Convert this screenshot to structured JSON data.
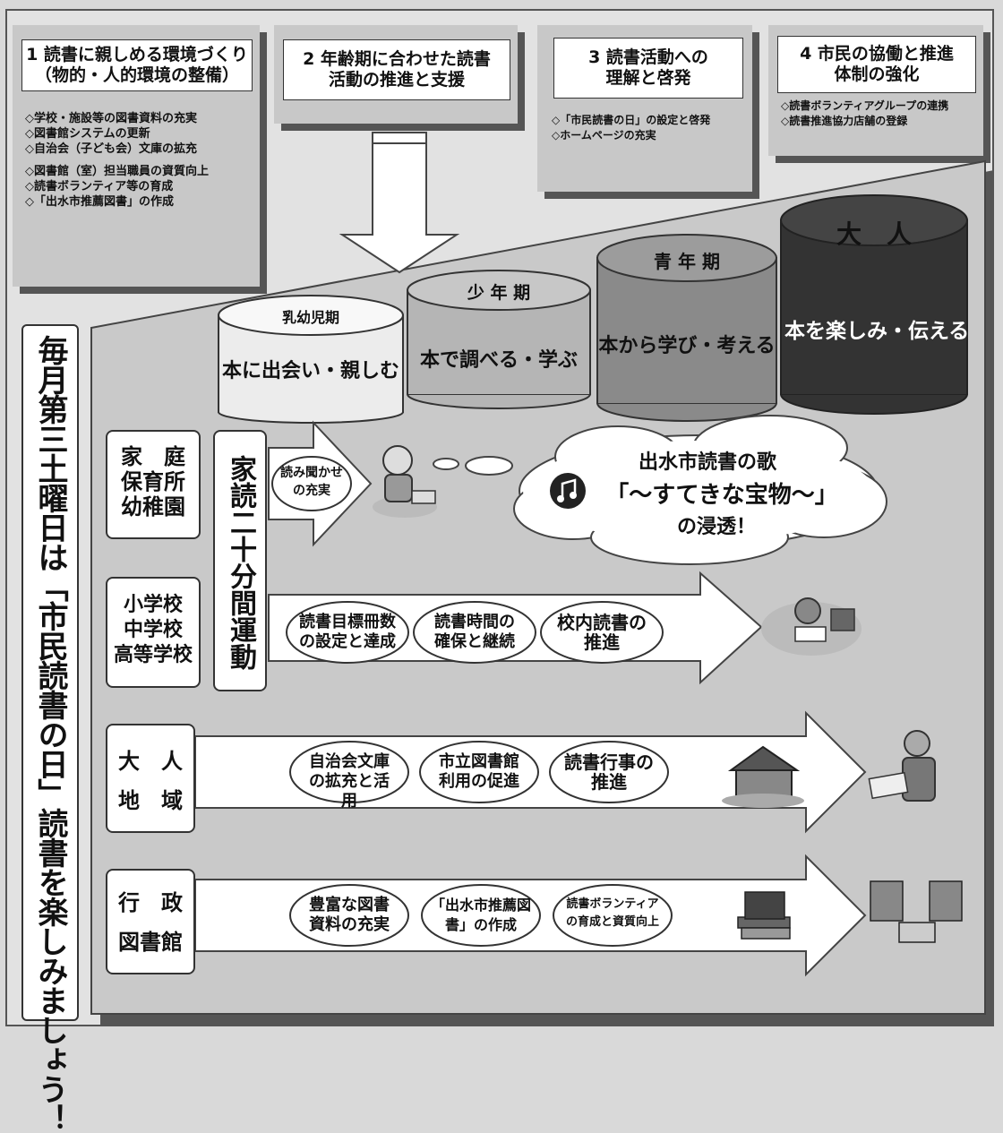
{
  "policies": [
    {
      "title_line1": "1 読書に親しめる環境づくり",
      "title_line2": "（物的・人的環境の整備）",
      "items": [
        "◇学校・施設等の図書資料の充実",
        "◇図書館システムの更新",
        "◇自治会（子ども会）文庫の拡充",
        "◇図書館（室）担当職員の資質向上",
        "◇読書ボランティア等の育成",
        "◇「出水市推薦図書」の作成"
      ]
    },
    {
      "title_line1": "2 年齢期に合わせた読書",
      "title_line2": "活動の推進と支援",
      "items": []
    },
    {
      "title_line1": "3 読書活動への",
      "title_line2": "理解と啓発",
      "items": [
        "◇「市民読書の日」の設定と啓発",
        "◇ホームページの充実"
      ]
    },
    {
      "title_line1": "4 市民の協働と推進",
      "title_line2": "体制の強化",
      "items": [
        "◇読書ボランティアグループの連携",
        "◇読書推進協力店舗の登録"
      ]
    }
  ],
  "banner": "毎月第三土曜日は「市民読書の日」読書を楽しみましょう！",
  "stages": [
    {
      "name": "乳幼児期",
      "slogan": "本に出会い・親しむ"
    },
    {
      "name": "少 年 期",
      "slogan": "本で調べる・学ぶ"
    },
    {
      "name": "青 年 期",
      "slogan": "本から学び・考える"
    },
    {
      "name": "大　人",
      "slogan": "本を楽しみ・伝える"
    }
  ],
  "family_reading": "家読二十分間運動",
  "groups": [
    {
      "lines": [
        "家　庭",
        "保育所",
        "幼稚園"
      ],
      "items": [
        "読み聞かせの充実"
      ]
    },
    {
      "lines": [
        "小学校",
        "中学校",
        "高等学校"
      ],
      "items": [
        "読書目標冊数の設定と達成",
        "読書時間の確保と継続",
        "校内読書の推進"
      ]
    },
    {
      "lines": [
        "大　人",
        "地　域"
      ],
      "items": [
        "自治会文庫の拡充と活用",
        "市立図書館利用の促進",
        "読書行事の推進"
      ]
    },
    {
      "lines": [
        "行　政",
        "図書館"
      ],
      "items": [
        "豊富な図書資料の充実",
        "「出水市推薦図書」の作成",
        "読書ボランティアの育成と資質向上"
      ]
    }
  ],
  "song": {
    "line1": "出水市読書の歌",
    "line2": "「〜すてきな宝物〜」",
    "line3": "の浸透！"
  },
  "colors": {
    "frame": "#555555",
    "panel": "#c5c5c5",
    "cyl1": "#e8e8e8",
    "cyl2": "#b8b8b8",
    "cyl3": "#8c8c8c",
    "cyl4": "#3a3a3a"
  }
}
